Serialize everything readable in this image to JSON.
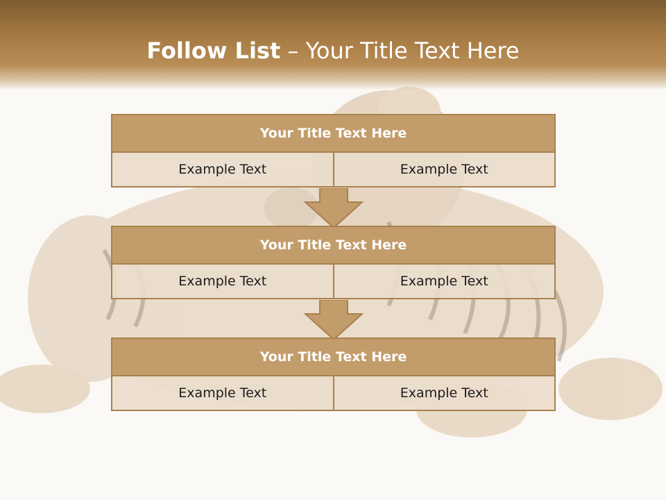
{
  "slide": {
    "title_bold": "Follow List",
    "title_separator": " – ",
    "title_rest": "Your Title Text Here"
  },
  "blocks": [
    {
      "title": "Your Title Text Here",
      "left": "Example Text",
      "right": "Example Text"
    },
    {
      "title": "Your Title Text Here",
      "left": "Example Text",
      "right": "Example Text"
    },
    {
      "title": "Your Title Text Here",
      "left": "Example Text",
      "right": "Example Text"
    }
  ],
  "colors": {
    "header": "#a2773f",
    "block_title_fill": "#c39c6b",
    "border": "#a8814f",
    "cell_fill": "#eadccc"
  }
}
